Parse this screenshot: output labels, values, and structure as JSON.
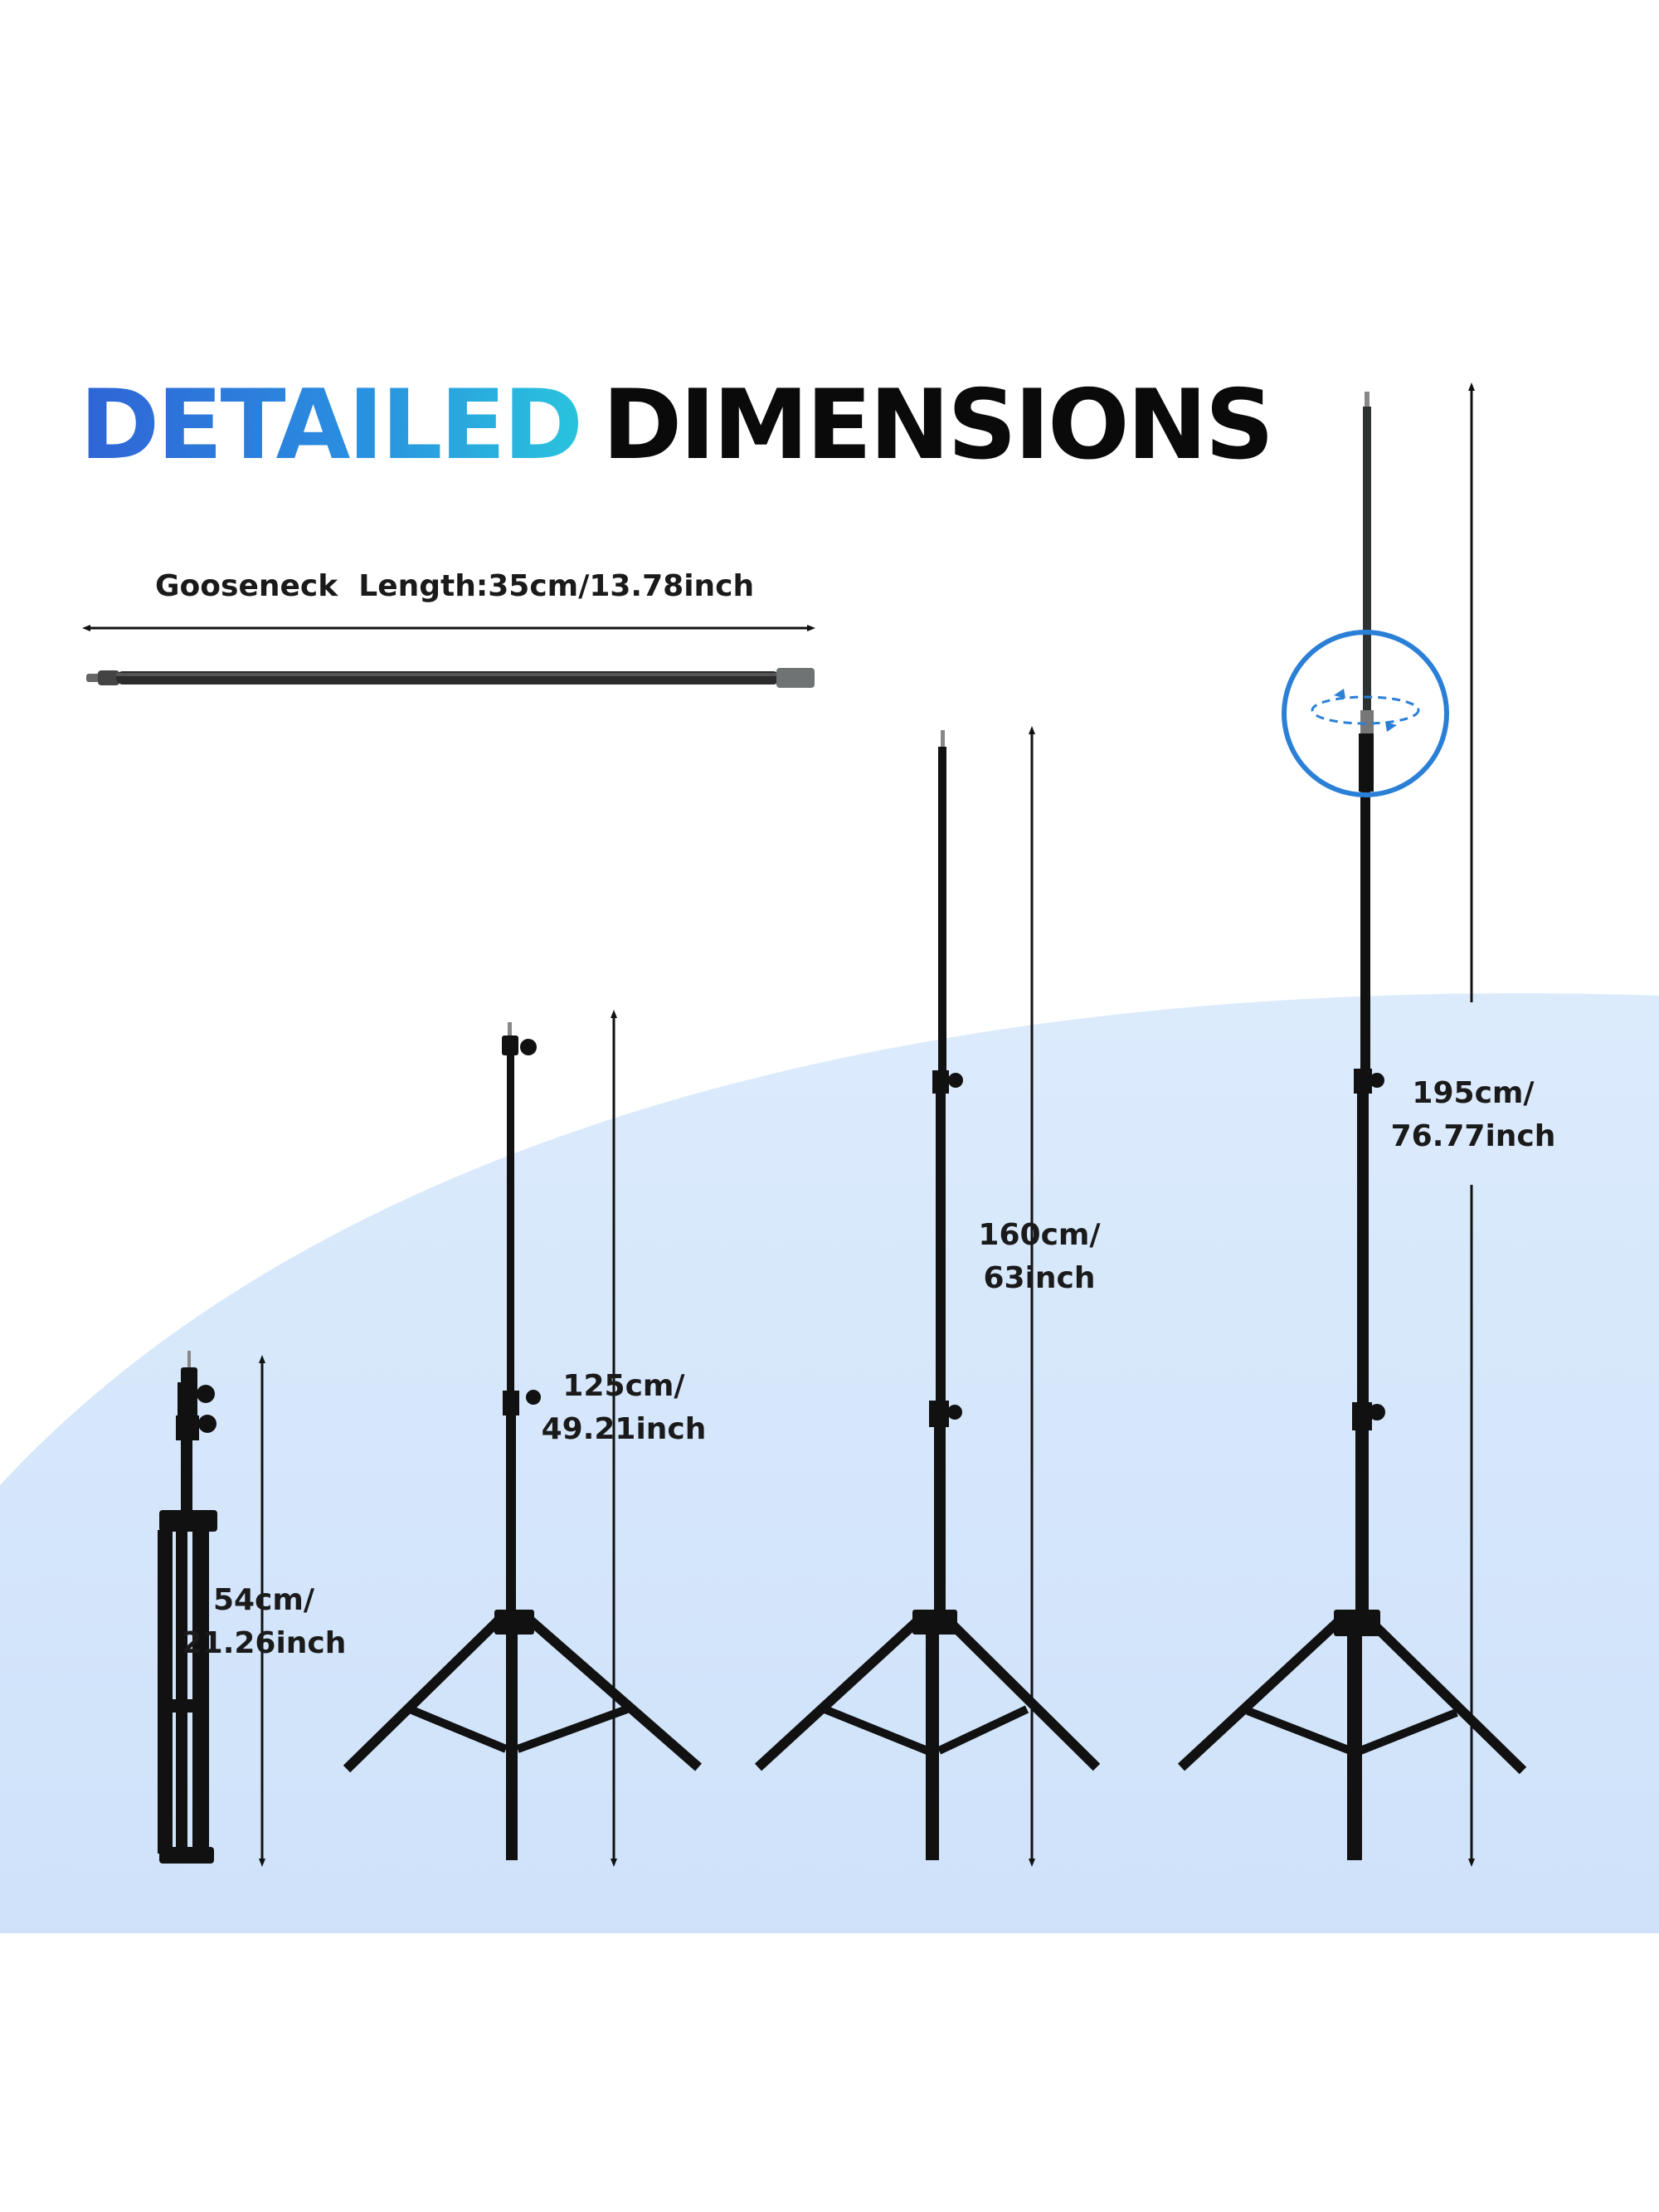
{
  "heading": {
    "highlight": "DETAILED",
    "rest": "DIMENSIONS"
  },
  "gooseneck": {
    "label": "Gooseneck  Length:35cm/13.78inch"
  },
  "stands": [
    {
      "line1": "54cm/",
      "line2": "21.26inch"
    },
    {
      "line1": "125cm/",
      "line2": "49.21inch"
    },
    {
      "line1": "160cm/",
      "line2": "63inch"
    },
    {
      "line1": "195cm/",
      "line2": "76.77inch"
    }
  ],
  "colors": {
    "background": "#ffffff",
    "backdrop": "#d6e7fb",
    "accent_gradient_start": "#2f64d6",
    "accent_gradient_end": "#29c4dd",
    "rotation_circle": "#2a7fd6",
    "stand_metal": "#111111"
  }
}
